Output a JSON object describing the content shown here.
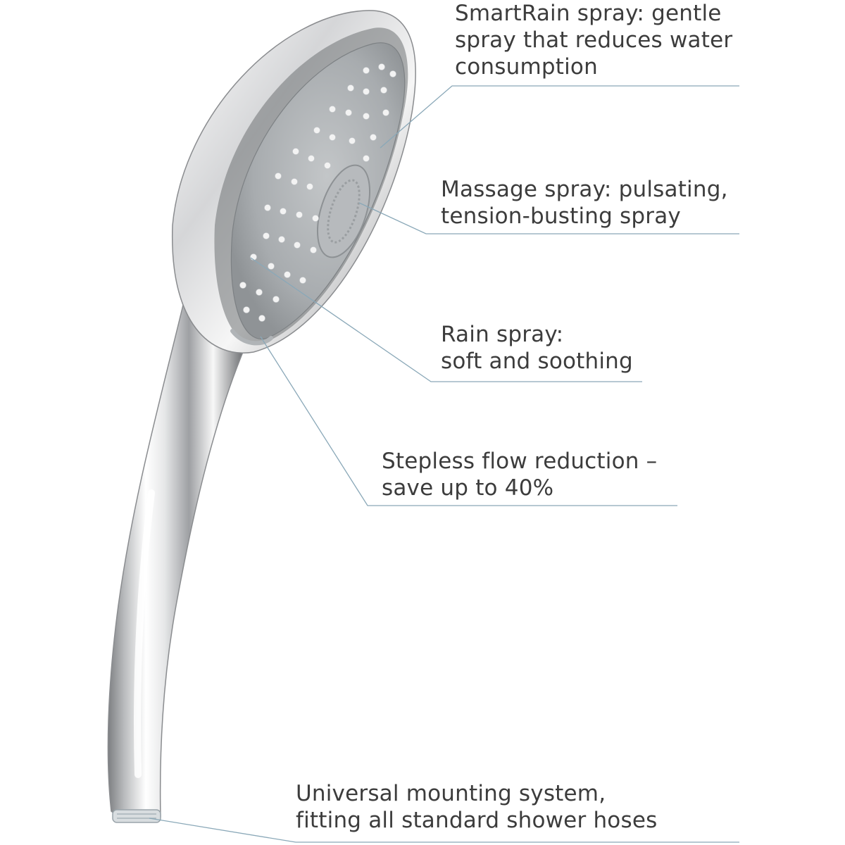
{
  "colors": {
    "leader_line": "#8aa8b8",
    "chrome_light": "#f4f4f4",
    "chrome_dark": "#8c8c8c",
    "faceplate": "#a9adb0",
    "nozzle": "#f2f2f2"
  },
  "icons": {
    "product": "hand-shower-icon"
  },
  "callouts": [
    {
      "lines": [
        "SmartRain spray: gentle",
        "spray that reduces water",
        "consumption"
      ]
    },
    {
      "lines": [
        "Massage spray: pulsating,",
        "tension-busting spray"
      ]
    },
    {
      "lines": [
        "Rain spray:",
        "soft and soothing"
      ]
    },
    {
      "lines": [
        "Stepless flow reduction –",
        "save up to 40%"
      ]
    },
    {
      "lines": [
        "Universal mounting system,",
        "fitting all standard shower hoses"
      ]
    }
  ]
}
